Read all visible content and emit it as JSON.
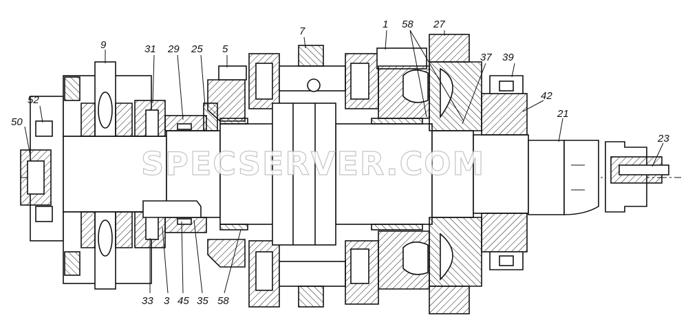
{
  "watermark": "SPECSERVER.COM",
  "top_labels": [
    {
      "text": "9"
    },
    {
      "text": "31"
    },
    {
      "text": "29"
    },
    {
      "text": "25"
    },
    {
      "text": "5"
    },
    {
      "text": "7"
    },
    {
      "text": "1"
    },
    {
      "text": "58"
    },
    {
      "text": "27"
    },
    {
      "text": "37"
    },
    {
      "text": "39"
    },
    {
      "text": "42"
    },
    {
      "text": "21"
    },
    {
      "text": "23"
    }
  ],
  "left_labels": [
    {
      "text": "52"
    },
    {
      "text": "50"
    }
  ],
  "bottom_labels": [
    {
      "text": "33"
    },
    {
      "text": "3"
    },
    {
      "text": "45"
    },
    {
      "text": "35"
    },
    {
      "text": "58"
    }
  ]
}
